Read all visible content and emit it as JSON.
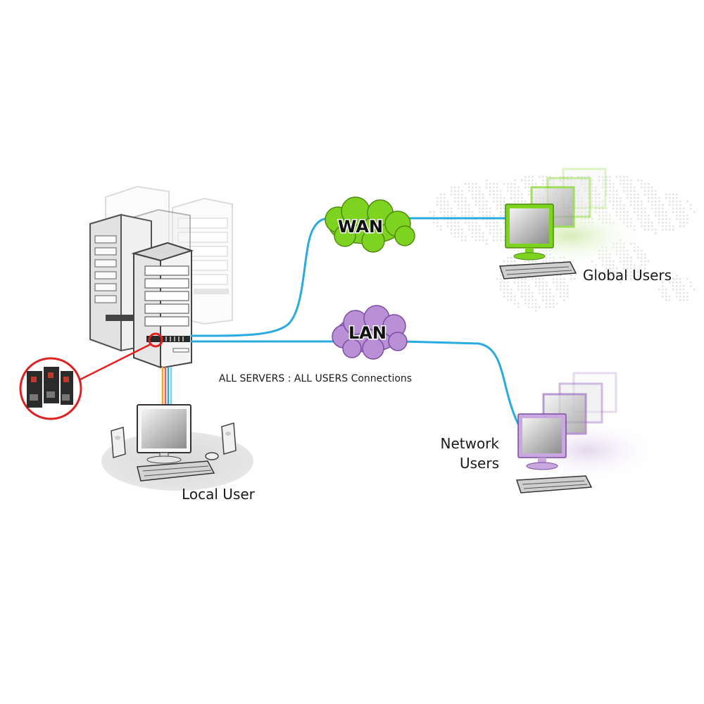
{
  "clouds": {
    "wan": {
      "label": "WAN",
      "color": "#7ed321"
    },
    "lan": {
      "label": "LAN",
      "color": "#b98fd6"
    }
  },
  "labels": {
    "global_users": "Global Users",
    "network_users_line1": "Network",
    "network_users_line2": "Users",
    "local_user": "Local User",
    "connections_caption": "ALL SERVERS : ALL USERS  Connections"
  },
  "colors": {
    "link": "#29abe2",
    "highlight": "#e02020",
    "global_accent": "#7ed321",
    "network_accent": "#9b6fc0"
  }
}
